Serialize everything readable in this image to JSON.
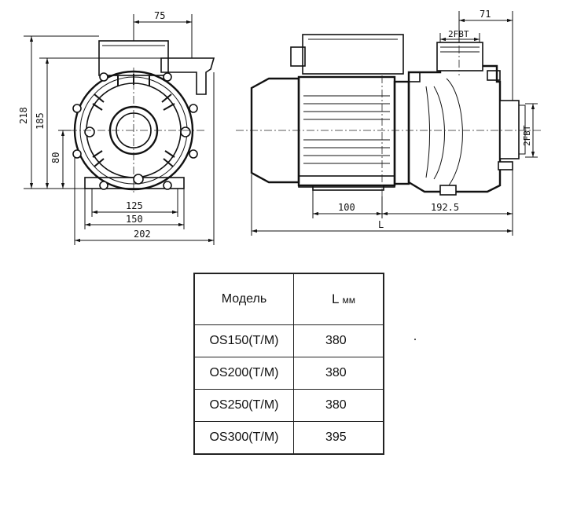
{
  "drawing": {
    "front_view": {
      "dim_top": "75",
      "dim_overall_height": "218",
      "dim_height": "185",
      "dim_axis_height": "80",
      "dim_base_holes": "125",
      "dim_base": "150",
      "dim_width": "202"
    },
    "side_view": {
      "dim_outlet_offset": "71",
      "outlet_thread": "2FBT",
      "inlet_thread": "2FBT",
      "dim_motor_base": "100",
      "dim_pump_length": "192.5",
      "dim_total_length": "L"
    }
  },
  "table": {
    "header_model": "Модель",
    "header_length": "L",
    "header_unit": "мм",
    "rows": [
      {
        "model": "OS150(T/M)",
        "length": "380"
      },
      {
        "model": "OS200(T/M)",
        "length": "380"
      },
      {
        "model": "OS250(T/M)",
        "length": "380"
      },
      {
        "model": "OS300(T/M)",
        "length": "395"
      }
    ]
  }
}
